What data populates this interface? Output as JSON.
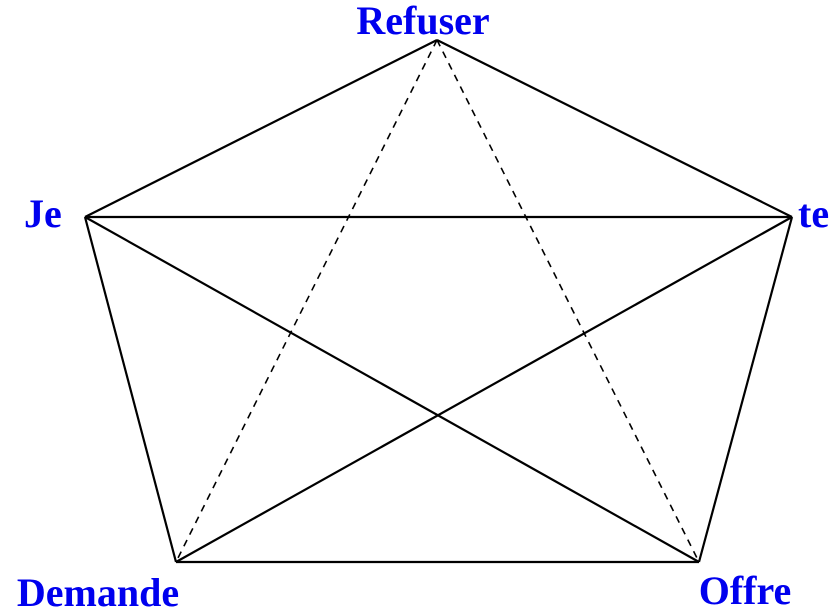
{
  "diagram": {
    "nodes": [
      {
        "id": "refuser",
        "label": "Refuser"
      },
      {
        "id": "je",
        "label": "Je"
      },
      {
        "id": "te",
        "label": "te"
      },
      {
        "id": "demande",
        "label": "Demande"
      },
      {
        "id": "offre",
        "label": "Offre"
      }
    ],
    "edges": [
      {
        "from": "refuser",
        "to": "je",
        "style": "solid"
      },
      {
        "from": "refuser",
        "to": "te",
        "style": "solid"
      },
      {
        "from": "je",
        "to": "te",
        "style": "solid"
      },
      {
        "from": "je",
        "to": "demande",
        "style": "solid"
      },
      {
        "from": "je",
        "to": "offre",
        "style": "solid"
      },
      {
        "from": "te",
        "to": "demande",
        "style": "solid"
      },
      {
        "from": "te",
        "to": "offre",
        "style": "solid"
      },
      {
        "from": "demande",
        "to": "offre",
        "style": "solid"
      },
      {
        "from": "refuser",
        "to": "demande",
        "style": "dashed"
      },
      {
        "from": "refuser",
        "to": "offre",
        "style": "dashed"
      }
    ],
    "label_color": "#0000ee",
    "line_color": "#000000"
  }
}
